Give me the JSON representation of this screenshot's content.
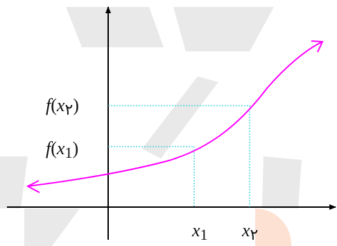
{
  "colors": {
    "background": "#ffffff",
    "watermark": "#e9e9e9",
    "watermark_accent": "#fde1d3",
    "axes": "#000000",
    "curve": "#ff00ff",
    "guides": "#2fd0d8"
  },
  "chart_data": {
    "type": "line",
    "title": "",
    "xlabel": "",
    "ylabel": "",
    "axes": {
      "x_arrow": "right",
      "y_arrow": "up",
      "grid": false
    },
    "curve": {
      "shape": "increasing exponential-like",
      "ends": "arrows at both ends"
    },
    "points": [
      {
        "id": "p1",
        "x_label": {
          "var": "x",
          "sub": "1"
        },
        "y_label": {
          "fn": "f",
          "var": "x",
          "sub": "1"
        }
      },
      {
        "id": "p2",
        "x_label": {
          "var": "x",
          "sub": "۲"
        },
        "y_label": {
          "fn": "f",
          "var": "x",
          "sub": "۲"
        }
      }
    ]
  }
}
